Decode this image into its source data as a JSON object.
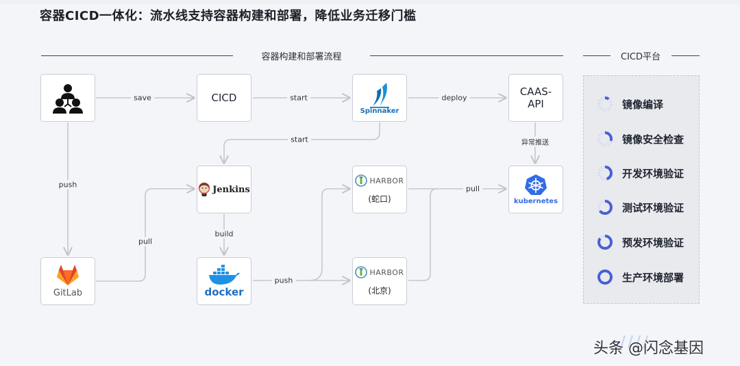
{
  "heading": "容器CICD一体化：流水线支持容器构建和部署，降低业务迁移门槛",
  "section_left_title": "容器构建和部署流程",
  "section_right_title": "CICD平台",
  "nodes": {
    "cicd": "CICD",
    "spinnaker": "Spinnaker",
    "caas_line1": "CAAS-",
    "caas_line2": "API",
    "jenkins": "Jenkins",
    "harbor_a_name": "HARBOR",
    "harbor_a_loc": "(蛇口)",
    "harbor_b_name": "HARBOR",
    "harbor_b_loc": "(北京)",
    "kubernetes": "kubernetes",
    "gitlab": "GitLab",
    "docker": "docker"
  },
  "edges": {
    "save": "save",
    "start_top": "start",
    "deploy": "deploy",
    "start_back": "start",
    "push_down": "push",
    "pull_gitlab": "pull",
    "build": "build",
    "push_docker": "push",
    "pull_k8s": "pull",
    "abnormal_push": "异常推送"
  },
  "panel_items": [
    {
      "label": "镜像编译",
      "progress": 0.1
    },
    {
      "label": "镜像安全检查",
      "progress": 0.3
    },
    {
      "label": "开发环境验证",
      "progress": 0.45
    },
    {
      "label": "测试环境验证",
      "progress": 0.65
    },
    {
      "label": "预发环境验证",
      "progress": 0.85
    },
    {
      "label": "生产环境部署",
      "progress": 1.0
    }
  ],
  "watermark": "头条 @闪念基因",
  "colors": {
    "accent": "#4a5fd6",
    "node_border": "#c9ccd6",
    "arrow": "#c4c7cf",
    "gitlab": "#e2432a",
    "docker": "#1d91e6",
    "kubernetes": "#326ce5",
    "spinnaker": "#1a8fd8"
  }
}
